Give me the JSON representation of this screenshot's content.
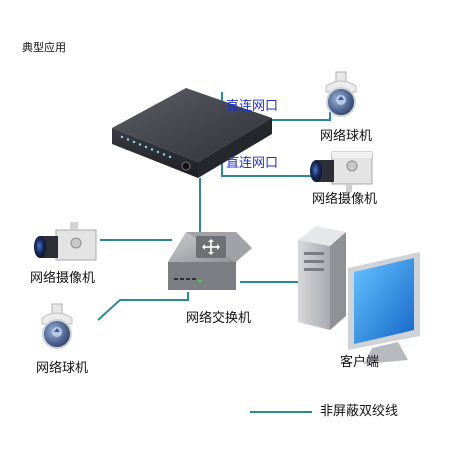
{
  "title": "典型应用",
  "labels": {
    "direct_1": "直连网口",
    "direct_2": "直连网口",
    "dome_top": "网络球机",
    "box_top": "网络摄像机",
    "box_left": "网络摄像机",
    "switch": "网络交换机",
    "dome_left": "网络球机",
    "client": "客户端"
  },
  "legend": {
    "label": "非屏蔽双绞线"
  },
  "colors": {
    "cable": "#2a8a97",
    "direct_text": "#1e2fd0",
    "monitor_screen": "#1e8fe0"
  }
}
